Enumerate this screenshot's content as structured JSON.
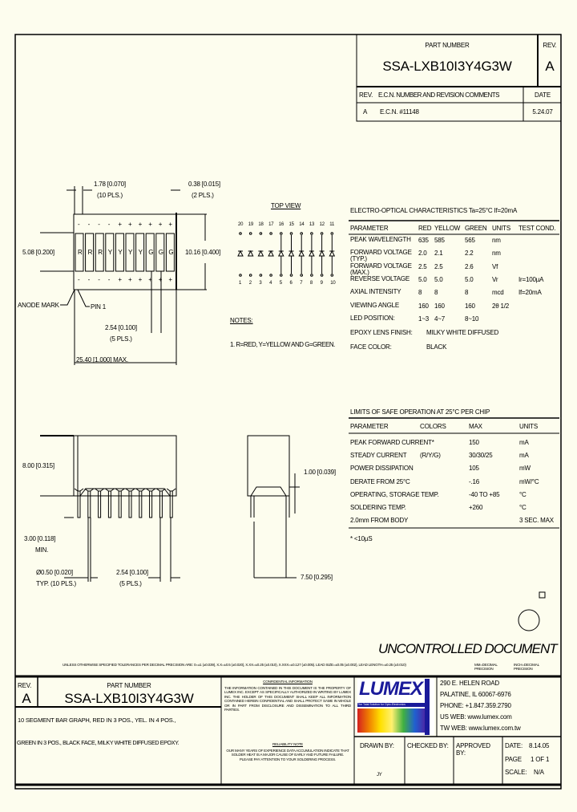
{
  "title_block_top": {
    "part_number_label": "PART NUMBER",
    "part_number": "SSA-LXB10I3Y4G3W",
    "rev_label": "REV.",
    "rev": "A",
    "ecn_header_rev": "REV.",
    "ecn_header_comments": "E.C.N. NUMBER AND REVISION COMMENTS",
    "ecn_header_date": "DATE",
    "ecn_row": {
      "rev": "A",
      "comment": "E.C.N. #11148",
      "date": "5.24.07"
    }
  },
  "front_view": {
    "dim_pitch": "1.78 [0.070]",
    "dim_pitch_qty": "(10 PLS.)",
    "dim_edge": "0.38 [0.015]",
    "dim_edge_qty": "(2 PLS.)",
    "dim_height": "5.08 [0.200]",
    "dim_total_height": "10.16 [0.400]",
    "segments": [
      "R",
      "R",
      "R",
      "Y",
      "Y",
      "Y",
      "Y",
      "G",
      "G",
      "G"
    ],
    "top_polarity": [
      "-",
      "-",
      "-",
      "-",
      "+",
      "+",
      "+",
      "+",
      "+",
      "+"
    ],
    "bottom_polarity": [
      "-",
      "-",
      "-",
      "-",
      "+",
      "+",
      "+",
      "+",
      "+",
      "+"
    ],
    "anode_mark": "ANODE MARK",
    "pin1": "PIN 1",
    "dim_lead_pitch": "2.54 [0.100]",
    "dim_lead_pitch_qty": "(5 PLS.)",
    "dim_length": "25.40 [1.000] MAX."
  },
  "top_view": {
    "title": "TOP VIEW",
    "top_pins": [
      "20",
      "19",
      "18",
      "17",
      "16",
      "15",
      "14",
      "13",
      "12",
      "11"
    ],
    "bottom_pins": [
      "1",
      "2",
      "3",
      "4",
      "5",
      "6",
      "7",
      "8",
      "9",
      "10"
    ]
  },
  "notes": {
    "title": "NOTES:",
    "items": [
      "1. R=RED, Y=YELLOW AND G=GREEN."
    ]
  },
  "side_view": {
    "dim_body": "8.00 [0.315]",
    "dim_lead": "3.00 [0.118]",
    "dim_lead_min": "MIN.",
    "dim_dia": "Ø0.50 [0.020]",
    "dim_dia_qty": "TYP. (10 PLS.)",
    "dim_pitch": "2.54 [0.100]",
    "dim_pitch_qty": "(5 PLS.)",
    "dim_standoff": "1.00 [0.039]",
    "dim_width": "7.50 [0.295]"
  },
  "electro_optical": {
    "title": "ELECTRO-OPTICAL CHARACTERISTICS Ta=25°C     If=20mA",
    "headers": [
      "PARAMETER",
      "RED",
      "YELLOW",
      "GREEN",
      "UNITS",
      "TEST COND."
    ],
    "rows": [
      [
        "PEAK WAVELENGTH",
        "635",
        "585",
        "565",
        "nm",
        ""
      ],
      [
        "FORWARD VOLTAGE (TYP.)",
        "2.0",
        "2.1",
        "2.2",
        "nm",
        ""
      ],
      [
        "FORWARD VOLTAGE (MAX.)",
        "2.5",
        "2.5",
        "2.6",
        "Vf",
        ""
      ],
      [
        "REVERSE VOLTAGE",
        "5.0",
        "5.0",
        "5.0",
        "Vr",
        "Ir=100µA"
      ],
      [
        "AXIAL INTENSITY",
        "8",
        "8",
        "8",
        "mcd",
        "If=20mA"
      ],
      [
        "VIEWING ANGLE",
        "160",
        "160",
        "160",
        "2θ 1/2",
        ""
      ],
      [
        "LED POSITION:",
        "1~3",
        "4~7",
        "8~10",
        "",
        ""
      ]
    ],
    "lens_label": "EPOXY LENS FINISH:",
    "lens_value": "MILKY WHITE DIFFUSED",
    "face_label": "FACE COLOR:",
    "face_value": "BLACK"
  },
  "safe_operation": {
    "title": "LIMITS OF SAFE OPERATION AT 25°C PER CHIP",
    "headers": [
      "PARAMETER",
      "COLORS",
      "MAX",
      "UNITS"
    ],
    "rows": [
      [
        "PEAK FORWARD CURRENT*",
        "",
        "150",
        "mA"
      ],
      [
        "STEADY CURRENT",
        "(R/Y/G)",
        "30/30/25",
        "mA"
      ],
      [
        "POWER DISSIPATION",
        "",
        "105",
        "mW"
      ],
      [
        "DERATE FROM 25°C",
        "",
        "-.16",
        "mW/°C"
      ],
      [
        "OPERATING, STORAGE TEMP.",
        "",
        "-40 TO +85",
        "°C"
      ],
      [
        "SOLDERING TEMP.",
        "",
        "+260",
        "°C"
      ],
      [
        "2.0mm FROM BODY",
        "",
        "",
        "3 SEC. MAX"
      ]
    ],
    "footnote": "* <10µS"
  },
  "uncontrolled": "UNCONTROLLED DOCUMENT",
  "tolerance_note": "UNLESS OTHERWISE SPECIFIED TOLERANCES PER DECIMAL PRECISION ARE: 0=±1 (±0.039), X.X=±0.5 (±0.020), X.XX=±0.25 (±0.010), X.XXX=±0.127 (±0.005).  LEAD SIZE=±0.05 (±0.002), LEAD LENGTH=±0.25 (±0.010)",
  "tolerance_note2": "MM=DECIMAL PRECISION",
  "tolerance_note3": "INCH=DECIMAL PRECISION",
  "title_block_bottom": {
    "rev_label": "REV.",
    "rev": "A",
    "part_number_label": "PART NUMBER",
    "part_number": "SSA-LXB10I3Y4G3W",
    "description_1": "10 SEGMENT BAR GRAPH, RED IN 3 POS., YEL. IN 4 POS.,",
    "description_2": "GREEN IN 3 POS., BLACK FACE, MILKY WHITE DIFFUSED EPOXY.",
    "confidential_title": "CONFIDENTIAL INFORMATION",
    "confidential_text": "THE INFORMATION CONTAINED IN THIS DOCUMENT IS THE PROPERTY OF LUMEX INC. EXCEPT AS SPECIFICALLY AUTHORIZED IN WRITING BY LUMEX INC. THE HOLDER OF THIS DOCUMENT SHALL KEEP ALL INFORMATION CONTAINED HEREIN CONFIDENTIAL AND SHALL PROTECT SAME IN WHOLE OR IN PART FROM DISCLOSURE AND DISSEMINATION TO ALL THIRD PARTIES.",
    "reliability_title": "RELIABILITY NOTE",
    "reliability_text": "OUR MANY YEARS OF EXPERIENCE DATA ACCUMULATION INDICATE THAT SOLDER HEAT IS A MAJOR CAUSE OF EARLY AND FUTURE FAILURE. PLEASE PAY ATTENTION TO YOUR SOLDERING PROCESS.",
    "logo_text": "LUMEX",
    "logo_tagline": "The Total Solution for Opto-Electronics",
    "address": [
      "290 E. HELEN ROAD",
      "PALATINE, IL 60067-6976",
      "PHONE: +1.847.359.2790",
      "US WEB: www.lumex.com",
      "TW WEB: www.lumex.com.tw"
    ],
    "drawn_by_label": "DRAWN BY:",
    "drawn_by": "JY",
    "checked_by_label": "CHECKED BY:",
    "approved_by_label": "APPROVED BY:",
    "date_label": "DATE:",
    "date": "8.14.05",
    "page_label": "PAGE",
    "page": "1 OF 1",
    "scale_label": "SCALE:",
    "scale": "N/A"
  },
  "colors": {
    "background": "#fdfdee",
    "logo_blue": "#1a1a9a"
  }
}
